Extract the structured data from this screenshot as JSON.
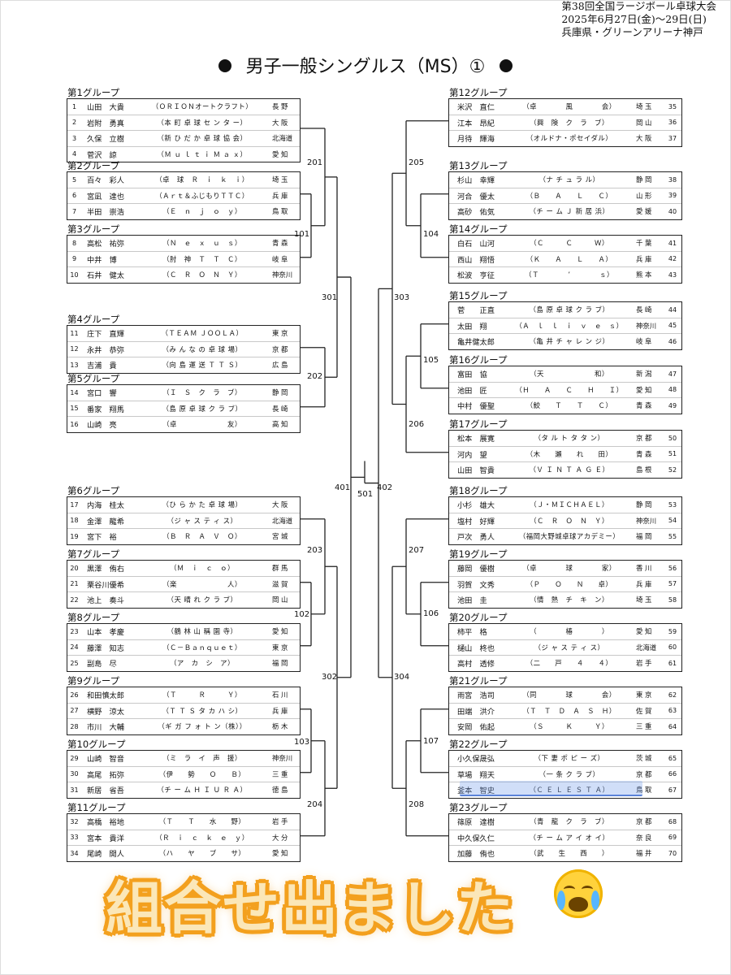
{
  "header": {
    "line1": "第38回全国ラージボール卓球大会",
    "line2": "2025年6月27日(金)～29日(日)",
    "line3": "兵庫県・グリーンアリーナ神戸"
  },
  "title": "男子一般シングルス（MS）①",
  "groups": [
    {
      "label": "第1グループ",
      "side": "left",
      "players": [
        {
          "seed": "1",
          "name": "山田　大貴",
          "club": "（ＯＲＩＯＮオートクラフト）",
          "pref": "長 野"
        },
        {
          "seed": "2",
          "name": "岩附　勇真",
          "club": "（本 町 卓 球 セ ン タ ー）",
          "pref": "大 阪"
        },
        {
          "seed": "3",
          "name": "久保　立樹",
          "club": "（新 ひ だ か 卓 球 協 会）",
          "pref": "北海道"
        },
        {
          "seed": "4",
          "name": "菅沢　諒",
          "club": "（Ｍ ｕ ｌ ｔ ｉ Ｍ ａ ｘ）",
          "pref": "愛 知"
        }
      ]
    },
    {
      "label": "第2グループ",
      "side": "left",
      "players": [
        {
          "seed": "5",
          "name": "百々　彩人",
          "club": "（卓　球　Ｒ　ｉ　ｋ　ｉ）",
          "pref": "埼 玉"
        },
        {
          "seed": "6",
          "name": "宮凪　達也",
          "club": "（Ａｒｔ＆ふじもりＴＴＣ）",
          "pref": "兵 庫"
        },
        {
          "seed": "7",
          "name": "半田　崇浩",
          "club": "（Ｅ　ｎ　ｊ　ｏ　ｙ）",
          "pref": "鳥 取"
        }
      ]
    },
    {
      "label": "第3グループ",
      "side": "left",
      "players": [
        {
          "seed": "8",
          "name": "高松　祐弥",
          "club": "（Ｎ　ｅ　ｘ　ｕ　ｓ）",
          "pref": "青 森"
        },
        {
          "seed": "9",
          "name": "中井　博",
          "club": "（肘　神　Ｔ　Ｔ　Ｃ）",
          "pref": "岐 阜"
        },
        {
          "seed": "10",
          "name": "石井　健太",
          "club": "（Ｃ　Ｒ　Ｏ　Ｎ　Ｙ）",
          "pref": "神奈川"
        }
      ]
    },
    {
      "label": "第4グループ",
      "side": "left",
      "players": [
        {
          "seed": "11",
          "name": "庄下　直輝",
          "club": "（ＴＥＡＭ ＪＯＯＬＡ）",
          "pref": "東 京"
        },
        {
          "seed": "12",
          "name": "永井　恭弥",
          "club": "（み ん な の 卓 球 場）",
          "pref": "京 都"
        },
        {
          "seed": "13",
          "name": "吉浦　貴",
          "club": "（向 島 運 送 Ｔ Ｔ Ｓ）",
          "pref": "広 島"
        }
      ]
    },
    {
      "label": "第5グループ",
      "side": "left",
      "players": [
        {
          "seed": "14",
          "name": "宮口　響",
          "club": "（Ｉ　Ｓ　ク　ラ　ブ）",
          "pref": "静 岡"
        },
        {
          "seed": "15",
          "name": "番家　翔馬",
          "club": "（島 原 卓 球 ク ラ ブ）",
          "pref": "長 崎"
        },
        {
          "seed": "16",
          "name": "山崎　亮",
          "club": "（卓　　　　　　　友）",
          "pref": "高 知"
        }
      ]
    },
    {
      "label": "第6グループ",
      "side": "left",
      "players": [
        {
          "seed": "17",
          "name": "内海　桂太",
          "club": "（ひ ら か た 卓 球 場）",
          "pref": "大 阪"
        },
        {
          "seed": "18",
          "name": "金澤　龍希",
          "club": "（ジ ャ ス テ ィ ス）",
          "pref": "北海道"
        },
        {
          "seed": "19",
          "name": "宮下　裕",
          "club": "（Ｂ　Ｒ　Ａ　Ｖ　Ｏ）",
          "pref": "宮 城"
        }
      ]
    },
    {
      "label": "第7グループ",
      "side": "left",
      "players": [
        {
          "seed": "20",
          "name": "黒澤　侑右",
          "club": "（Ｍ　ｉ　ｃ　ｏ）",
          "pref": "群 馬"
        },
        {
          "seed": "21",
          "name": "栗谷川優希",
          "club": "（楽　　　　　　　人）",
          "pref": "滋 賀"
        },
        {
          "seed": "22",
          "name": "池上　奏斗",
          "club": "（天 晴 れ ク ラ ブ）",
          "pref": "岡 山"
        }
      ]
    },
    {
      "label": "第8グループ",
      "side": "left",
      "players": [
        {
          "seed": "23",
          "name": "山本　孝慶",
          "club": "（鶴 林 山 稱 園 寺）",
          "pref": "愛 知"
        },
        {
          "seed": "24",
          "name": "藤澤　知志",
          "club": "（Ｃ－Ｂａｎｑｕｅｔ）",
          "pref": "東 京"
        },
        {
          "seed": "25",
          "name": "副島　尽",
          "club": "（ア　カ　シ　ア）",
          "pref": "福 岡"
        }
      ]
    },
    {
      "label": "第9グループ",
      "side": "left",
      "players": [
        {
          "seed": "26",
          "name": "和田慎太郎",
          "club": "（Ｔ　　　Ｒ　　　Ｙ）",
          "pref": "石 川"
        },
        {
          "seed": "27",
          "name": "横野　涼太",
          "club": "（Ｔ Ｔ Ｓ タ カ ハ シ）",
          "pref": "兵 庫"
        },
        {
          "seed": "28",
          "name": "市川　大輔",
          "club": "（ギ ガ フ ォ ト ン（株））",
          "pref": "栃 木"
        }
      ]
    },
    {
      "label": "第10グループ",
      "side": "left",
      "players": [
        {
          "seed": "29",
          "name": "山崎　智音",
          "club": "（ミ　ラ　イ　声　援）",
          "pref": "神奈川"
        },
        {
          "seed": "30",
          "name": "高尾　拓弥",
          "club": "（伊　　勢　　Ｏ　　Ｂ）",
          "pref": "三 重"
        },
        {
          "seed": "31",
          "name": "新居　省吾",
          "club": "（チ ー ム Ｈ Ｉ Ｕ Ｒ Ａ）",
          "pref": "徳 島"
        }
      ]
    },
    {
      "label": "第11グループ",
      "side": "left",
      "players": [
        {
          "seed": "32",
          "name": "高橋　裕地",
          "club": "（Ｔ　　Ｔ　　水　　野）",
          "pref": "岩 手"
        },
        {
          "seed": "33",
          "name": "宮本　貴洋",
          "club": "（Ｒ　ｉ　ｃ　ｋ　ｅ　ｙ）",
          "pref": "大 分"
        },
        {
          "seed": "34",
          "name": "尾崎　開人",
          "club": "（ハ　　ヤ　　ブ　　サ）",
          "pref": "愛 知"
        }
      ]
    },
    {
      "label": "第12グループ",
      "side": "right",
      "players": [
        {
          "seed": "35",
          "name": "米沢　直仁",
          "club": "（卓　　　　風　　　　会）",
          "pref": "埼 玉"
        },
        {
          "seed": "36",
          "name": "江本　昂紀",
          "club": "（興　険　ク　ラ　ブ）",
          "pref": "岡 山"
        },
        {
          "seed": "37",
          "name": "月待　輝海",
          "club": "（オルドナ・ポセイダル）",
          "pref": "大 阪"
        }
      ]
    },
    {
      "label": "第13グループ",
      "side": "right",
      "players": [
        {
          "seed": "38",
          "name": "杉山　幸輝",
          "club": "（ナ チ ュ ラ ル）",
          "pref": "静 岡"
        },
        {
          "seed": "39",
          "name": "河合　優太",
          "club": "（Ｂ　　Ａ　　Ｌ　　Ｃ）",
          "pref": "山 形"
        },
        {
          "seed": "40",
          "name": "高砂　佑気",
          "club": "（チ ー ム Ｊ 新 居 浜）",
          "pref": "愛 媛"
        }
      ]
    },
    {
      "label": "第14グループ",
      "side": "right",
      "players": [
        {
          "seed": "41",
          "name": "白石　山河",
          "club": "（Ｃ　　　Ｃ　　　Ｗ）",
          "pref": "千 葉"
        },
        {
          "seed": "42",
          "name": "西山　翔悟",
          "club": "（Ｋ　　Ａ　　Ｌ　　Ａ）",
          "pref": "兵 庫"
        },
        {
          "seed": "43",
          "name": "松波　亨征",
          "club": "（Ｔ　　　　’　　　　ｓ）",
          "pref": "熊 本"
        }
      ]
    },
    {
      "label": "第15グループ",
      "side": "right",
      "players": [
        {
          "seed": "44",
          "name": "菅　　正直",
          "club": "（島 原 卓 球 ク ラ ブ）",
          "pref": "長 崎"
        },
        {
          "seed": "45",
          "name": "太田　翔",
          "club": "（Ａ　ｌ　ｌ　ｉ　ｖ　ｅ　ｓ）",
          "pref": "神奈川"
        },
        {
          "seed": "46",
          "name": "亀井健太郎",
          "club": "（亀 井 チ ャ レ ン ジ）",
          "pref": "岐 阜"
        }
      ]
    },
    {
      "label": "第16グループ",
      "side": "right",
      "players": [
        {
          "seed": "47",
          "name": "富田　協",
          "club": "（天　　　　　　　和）",
          "pref": "新 潟"
        },
        {
          "seed": "48",
          "name": "池田　匠",
          "club": "（Ｈ　　Ａ　　Ｃ　　Ｈ　　Ｉ）",
          "pref": "愛 知"
        },
        {
          "seed": "49",
          "name": "中村　優聖",
          "club": "（鮫　　Ｔ　　Ｔ　　Ｃ）",
          "pref": "青 森"
        }
      ]
    },
    {
      "label": "第17グループ",
      "side": "right",
      "players": [
        {
          "seed": "50",
          "name": "松本　展寛",
          "club": "（タ ル ト タ タ ン）",
          "pref": "京 都"
        },
        {
          "seed": "51",
          "name": "河内　望",
          "club": "（木　　瀬　　れ　　田）",
          "pref": "青 森"
        },
        {
          "seed": "52",
          "name": "山田　智貴",
          "club": "（Ｖ Ｉ Ｎ Ｔ Ａ Ｇ Ｅ）",
          "pref": "島 根"
        }
      ]
    },
    {
      "label": "第18グループ",
      "side": "right",
      "players": [
        {
          "seed": "53",
          "name": "小杉　雄大",
          "club": "（Ｊ・ＭＩＣＨＡＥＬ）",
          "pref": "静 岡"
        },
        {
          "seed": "54",
          "name": "塩村　好輝",
          "club": "（Ｃ　Ｒ　Ｏ　Ｎ　Ｙ）",
          "pref": "神奈川"
        },
        {
          "seed": "55",
          "name": "戸次　勇人",
          "club": "（福岡大野城卓球アカデミー）",
          "pref": "福 岡"
        }
      ]
    },
    {
      "label": "第19グループ",
      "side": "right",
      "players": [
        {
          "seed": "56",
          "name": "藤岡　優樹",
          "club": "（卓　　　　球　　　　家）",
          "pref": "香 川"
        },
        {
          "seed": "57",
          "name": "羽賀　文秀",
          "club": "（Ｐ　　Ｏ　　Ｎ　　卓）",
          "pref": "兵 庫"
        },
        {
          "seed": "58",
          "name": "池田　圭",
          "club": "（情　熱　チ　キ　ン）",
          "pref": "埼 玉"
        }
      ]
    },
    {
      "label": "第20グループ",
      "side": "right",
      "players": [
        {
          "seed": "59",
          "name": "柿平　格",
          "club": "（　　　　椿　　　　）",
          "pref": "愛 知"
        },
        {
          "seed": "60",
          "name": "樋山　柊也",
          "club": "（ジ ャ ス テ ィ ス）",
          "pref": "北海道"
        },
        {
          "seed": "61",
          "name": "高村　透修",
          "club": "（二　　戸　　４　　４）",
          "pref": "岩 手"
        }
      ]
    },
    {
      "label": "第21グループ",
      "side": "right",
      "players": [
        {
          "seed": "62",
          "name": "雨宮　浩司",
          "club": "（同　　　　球　　　　会）",
          "pref": "東 京"
        },
        {
          "seed": "63",
          "name": "田端　洪介",
          "club": "（Ｔ　Ｔ　Ｄ　Ａ　Ｓ　Ｈ）",
          "pref": "佐 賀"
        },
        {
          "seed": "64",
          "name": "安岡　佑起",
          "club": "（Ｓ　　　Ｋ　　　Ｙ）",
          "pref": "三 重"
        }
      ]
    },
    {
      "label": "第22グループ",
      "side": "right",
      "players": [
        {
          "seed": "65",
          "name": "小久保晟弘",
          "club": "（下 妻 ポ ピ ー ズ）",
          "pref": "茨 城"
        },
        {
          "seed": "66",
          "name": "草場　翔天",
          "club": "（一 条 ク ラ ブ）",
          "pref": "京 都"
        },
        {
          "seed": "67",
          "name": "釜本　智史",
          "club": "（Ｃ Ｅ Ｌ Ｅ Ｓ Ｔ Ａ）",
          "pref": "鳥 取"
        }
      ]
    },
    {
      "label": "第23グループ",
      "side": "right",
      "players": [
        {
          "seed": "68",
          "name": "篠原　達樹",
          "club": "（青　龍　ク　ラ　ブ）",
          "pref": "京 都"
        },
        {
          "seed": "69",
          "name": "中久保久仁",
          "club": "（チ ー ム ア イ オ イ）",
          "pref": "奈 良"
        },
        {
          "seed": "70",
          "name": "加藤　侑也",
          "club": "（武　　生　　西　　）",
          "pref": "福 井"
        }
      ]
    }
  ],
  "match_labels": {
    "m101": "101",
    "m102": "102",
    "m103": "103",
    "m104": "104",
    "m105": "105",
    "m106": "106",
    "m107": "107",
    "m201": "201",
    "m202": "202",
    "m203": "203",
    "m204": "204",
    "m205": "205",
    "m206": "206",
    "m207": "207",
    "m208": "208",
    "m301": "301",
    "m302": "302",
    "m303": "303",
    "m304": "304",
    "m401": "401",
    "m402": "402",
    "m501": "501"
  },
  "overlay_caption": "組合せ出ました",
  "emoji": "loudly-crying-face",
  "highlight_color": "#5a82d8",
  "caption_color": "#f3a01e"
}
